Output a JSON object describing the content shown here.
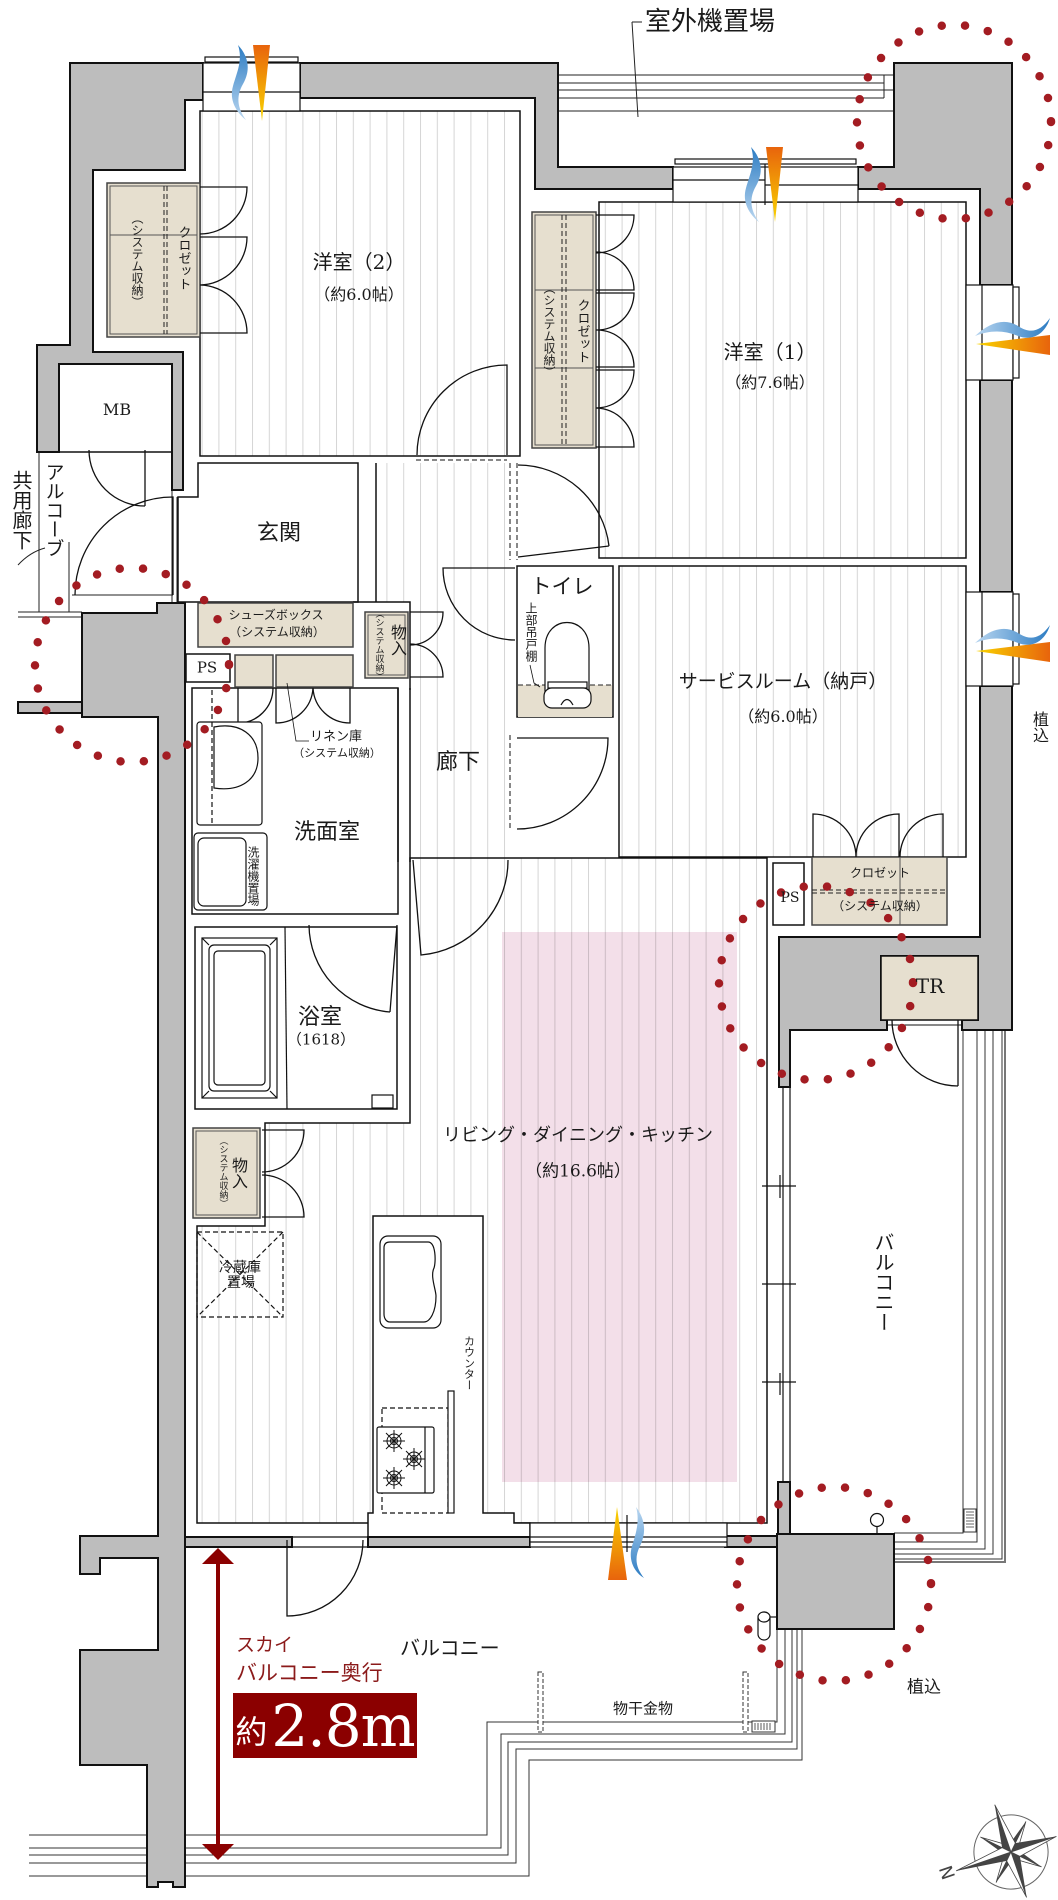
{
  "floorplan": {
    "outdoor_unit_area": "室外機置場",
    "rooms": {
      "western_2": {
        "name": "洋室（2）",
        "size": "（約6.0帖）"
      },
      "western_1": {
        "name": "洋室（1）",
        "size": "（約7.6帖）"
      },
      "entrance": {
        "name": "玄関"
      },
      "hallway": {
        "name": "廊下"
      },
      "toilet": {
        "name": "トイレ"
      },
      "service_room": {
        "name": "サービスルーム（納戸）",
        "size": "（約6.0帖）"
      },
      "washroom": {
        "name": "洗面室"
      },
      "bathroom": {
        "name": "浴室",
        "size": "（1618）"
      },
      "ldk": {
        "name": "リビング・ダイニング・キッチン",
        "size": "（約16.6帖）"
      },
      "balcony": {
        "name": "バルコニー"
      },
      "sky_balcony": {
        "name": "バルコニー"
      }
    },
    "storage": {
      "closet_western_2": {
        "name": "クロゼット",
        "sub": "（システム収納）"
      },
      "closet_western_1": {
        "name": "クロゼット",
        "sub": "（システム収納）"
      },
      "closet_service_room": {
        "name": "クロゼット",
        "sub": "（システム収納）"
      },
      "shoe_box": {
        "name": "シューズボックス",
        "sub": "（システム収納）"
      },
      "storage_entrance": {
        "name": "物入",
        "sub": "（システム収納）"
      },
      "storage_kitchen": {
        "name": "物入",
        "sub": "（システム収納）"
      },
      "linen": {
        "name": "リネン庫",
        "sub": "（システム収納）"
      }
    },
    "fixtures": {
      "mb": "MB",
      "ps_left": "PS",
      "ps_right": "PS",
      "tr": "TR",
      "upper_cabinet": "上部吊戸棚",
      "washer_space": "洗濯機置場",
      "fridge_line1": "冷蔵庫",
      "fridge_line2": "置場",
      "counter": "カウンター",
      "drying_hardware": "物干金物"
    },
    "exterior": {
      "common_corridor": "共用廊下",
      "alcove": "アルコーブ",
      "planting_east": "植込",
      "planting_south": "植込"
    },
    "callout": {
      "line1": "スカイ",
      "line2": "バルコニー奥行",
      "prefix": "約",
      "value": "2.8m"
    },
    "compass": {
      "north_label": "N"
    }
  },
  "colors": {
    "wall": "#bdbdbd",
    "storage": "#e6dfcf",
    "ldk_highlight": "#f3dfe9",
    "marker_dots": "#a31c22",
    "callout": "#8b0000",
    "ac_warm": "#e8640c",
    "ac_cool": "#2c7cc3"
  }
}
